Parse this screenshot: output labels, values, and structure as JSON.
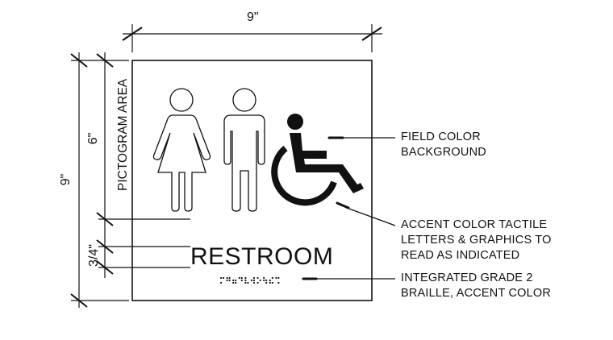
{
  "dimensions": {
    "width": "9\"",
    "height": "9\"",
    "pictogram_height": "6\"",
    "text_gap": "3/4\""
  },
  "labels": {
    "pictogram_area": "PICTOGRAM AREA",
    "field_color": [
      "FIELD COLOR",
      "BACKGROUND"
    ],
    "accent_color": [
      "ACCENT COLOR TACTILE",
      "LETTERS & GRAPHICS TO",
      "READ AS INDICATED"
    ],
    "braille": [
      "INTEGRATED GRADE 2",
      "BRAILLE, ACCENT COLOR"
    ]
  },
  "sign": {
    "text": "RESTROOM"
  },
  "icons": [
    "woman-icon",
    "man-icon",
    "wheelchair-accessible-icon",
    "braille-dots"
  ],
  "colors": {
    "line": "#111111",
    "background": "#ffffff"
  }
}
